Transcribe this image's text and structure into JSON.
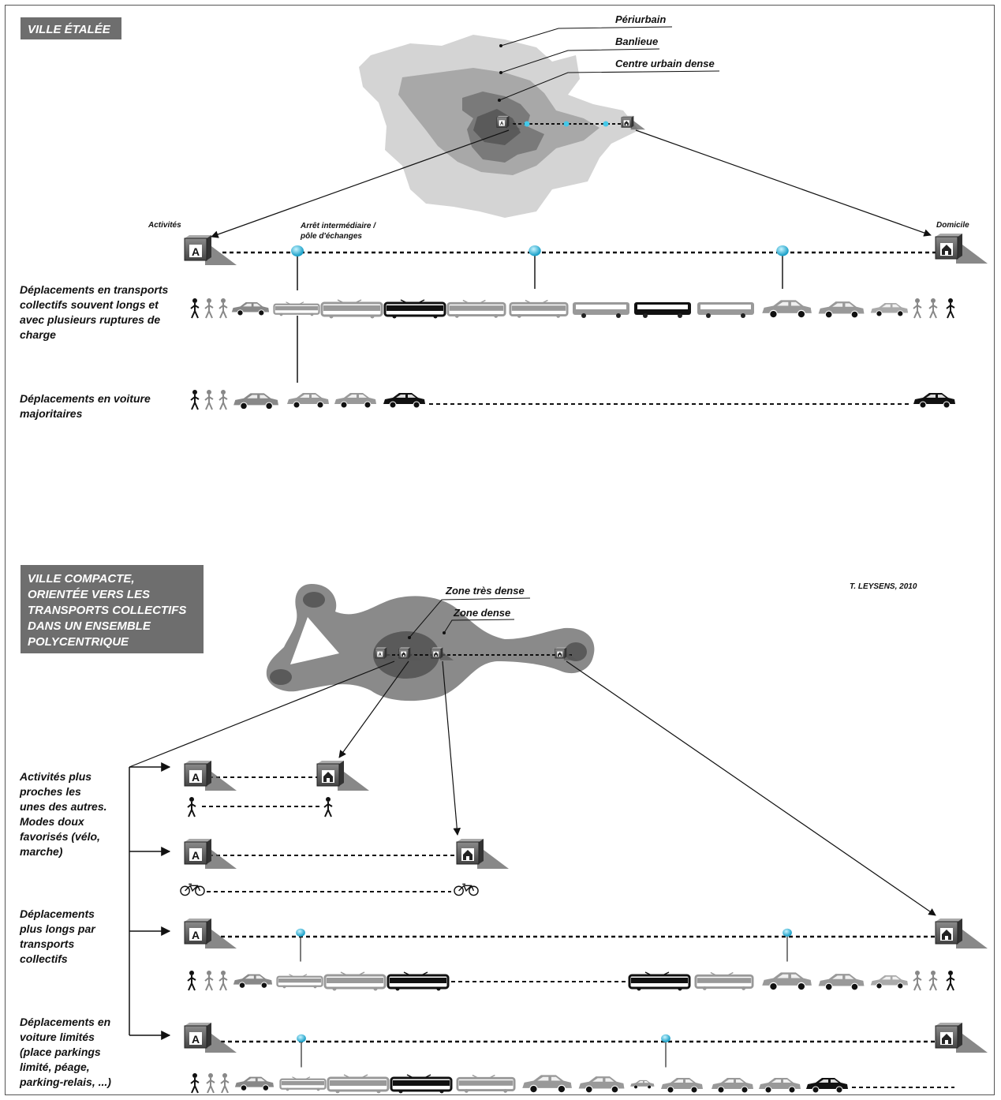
{
  "top": {
    "title": "VILLE ÉTALÉE",
    "map_labels": {
      "periurbain": "Périurbain",
      "banlieue": "Banlieue",
      "centre": "Centre urbain dense"
    },
    "line_labels": {
      "activites": "Activités",
      "arret_1": "Arrêt intermédiaire /",
      "arret_2": "pôle d'échanges",
      "domicile": "Domicile"
    },
    "row1_label": [
      "Déplacements en transports",
      "collectifs souvent longs et",
      "avec plusieurs ruptures de",
      "charge"
    ],
    "row2_label": [
      "Déplacements en voiture",
      "majoritaires"
    ]
  },
  "bottom": {
    "title": [
      "VILLE COMPACTE,",
      "ORIENTÉE VERS LES",
      "TRANSPORTS COLLECTIFS",
      "DANS UN ENSEMBLE",
      "POLYCENTRIQUE"
    ],
    "credit": "T. LEYSENS, 2010",
    "map_labels": {
      "tres_dense": "Zone très dense",
      "dense": "Zone dense"
    },
    "group1_label": [
      "Activités plus",
      "proches les",
      "unes des autres.",
      "Modes doux",
      "favorisés (vélo,",
      "marche)"
    ],
    "group2_label": [
      "Déplacements",
      "plus longs par",
      "transports",
      "collectifs"
    ],
    "group3_label": [
      "Déplacements en",
      "voiture limités",
      "(place parkings",
      "limité, péage,",
      "parking-relais, ...)"
    ]
  },
  "icons": {
    "activity_box_letter": "A"
  },
  "colors": {
    "stop": "#45c8e8",
    "title_box": "#6e6e6e",
    "zone_outer": "#d4d4d4",
    "zone_mid": "#a8a8a8",
    "zone_inner": "#7a7a7a"
  }
}
